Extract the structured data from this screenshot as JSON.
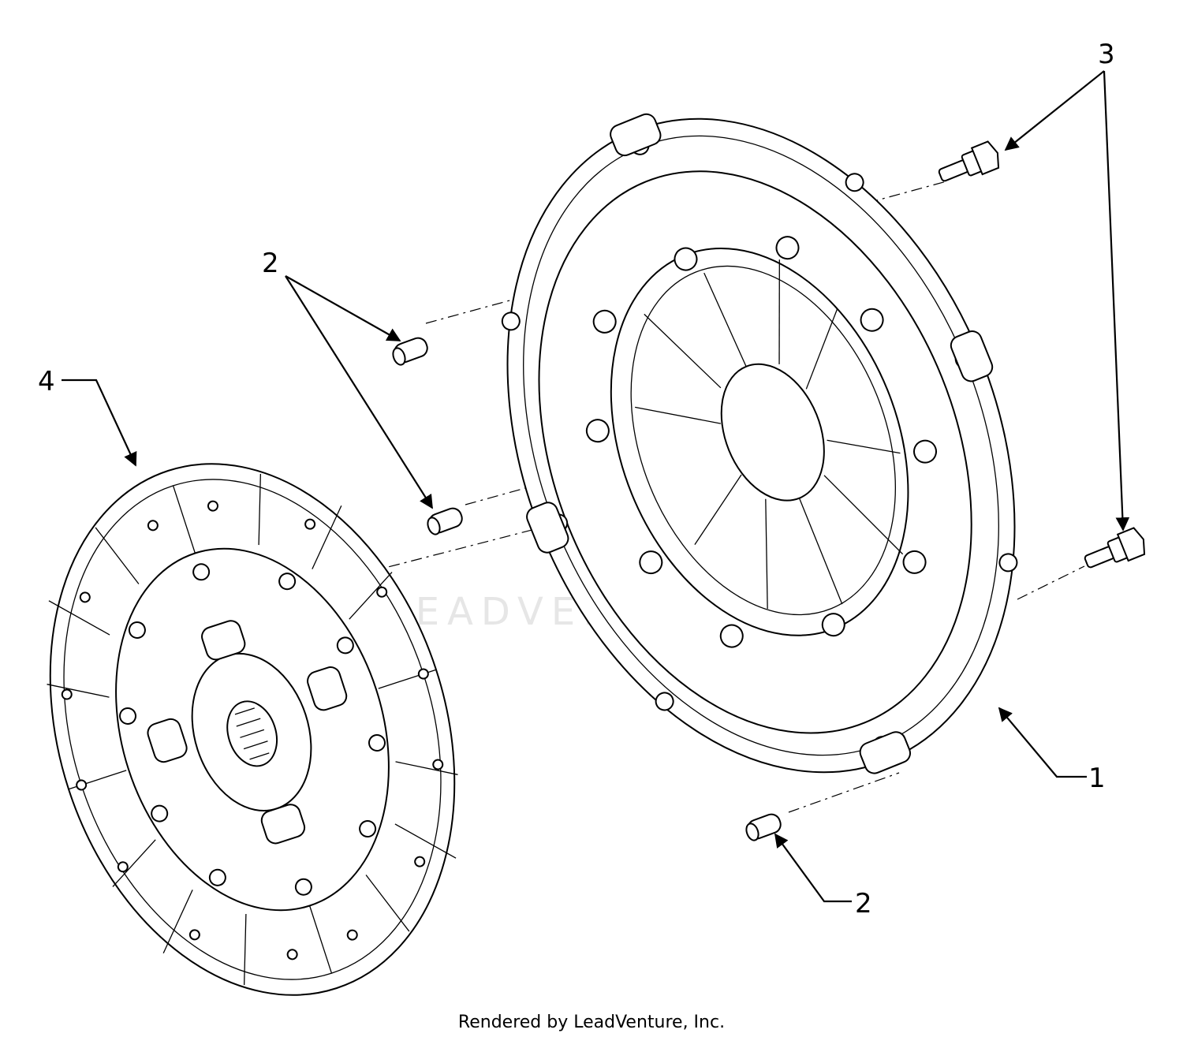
{
  "callouts": {
    "pressure_plate": "1",
    "dowel_upper": "2",
    "dowel_lower": "2",
    "bolt": "3",
    "clutch_disc": "4"
  },
  "watermark": "LEADVENTURE",
  "footer": "Rendered by LeadVenture, Inc.",
  "colors": {
    "line": "#000000",
    "background": "#ffffff",
    "watermark": "#e6e6e6"
  }
}
